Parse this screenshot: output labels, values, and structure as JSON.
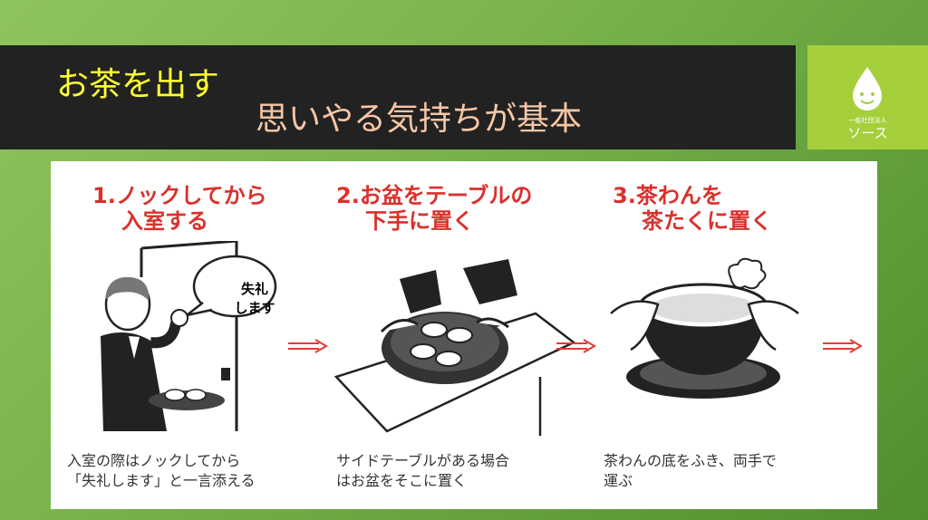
{
  "header": {
    "title": "お茶を出す",
    "subtitle": "思いやる気持ちが基本"
  },
  "logo": {
    "small_text": "一般社団法人",
    "name": "ソース",
    "icon": "smiling-drop-icon"
  },
  "steps": [
    {
      "title_line1": "1.ノックしてから",
      "title_line2": "入室する",
      "bubble_line1": "失礼",
      "bubble_line2": "します",
      "desc_line1": "入室の際はノックしてから",
      "desc_line2": "「失礼します」と一言添える",
      "illustration": "person-knocking-door-icon"
    },
    {
      "title_line1": "2.お盆をテーブルの",
      "title_line2": "下手に置く",
      "desc_line1": "サイドテーブルがある場合",
      "desc_line2": "はお盆をそこに置く",
      "illustration": "tray-on-table-icon"
    },
    {
      "title_line1": "3.茶わんを",
      "title_line2": "茶たくに置く",
      "desc_line1": "茶わんの底をふき、両手で",
      "desc_line2": "運ぶ",
      "illustration": "teacup-on-saucer-icon"
    }
  ],
  "colors": {
    "title": "#ffff33",
    "subtitle": "#f7c6a6",
    "step_title": "#d9312c",
    "arrow": "#e53935",
    "logo_bg": "#a6cf3c"
  }
}
